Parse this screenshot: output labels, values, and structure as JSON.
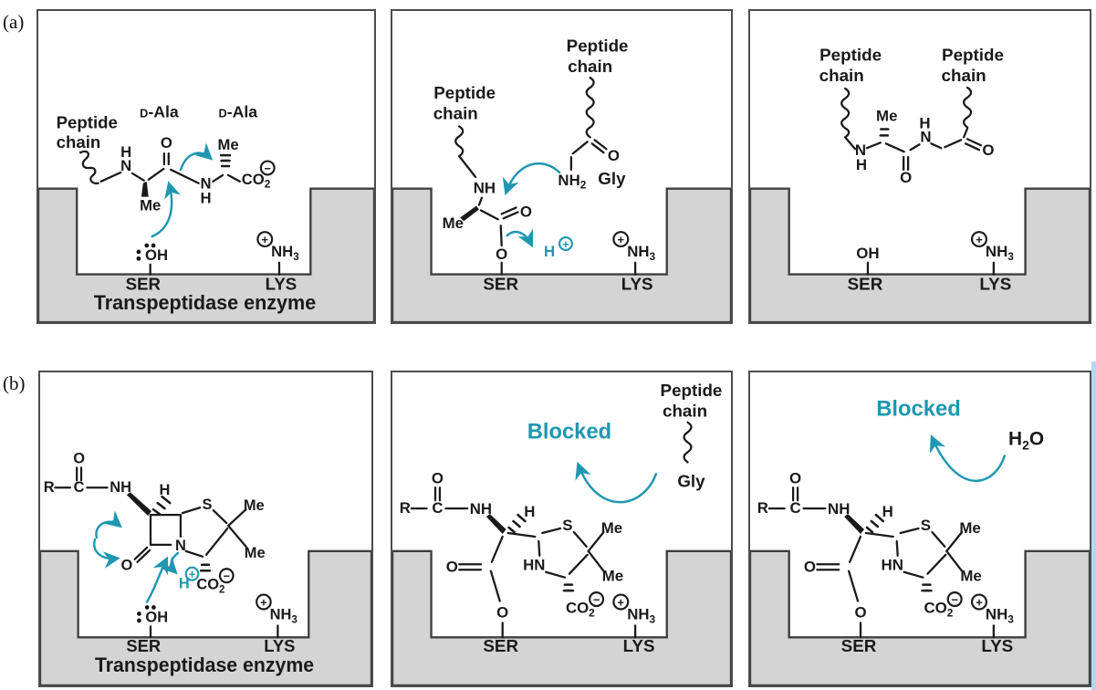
{
  "figure": {
    "row_a_label": "(a)",
    "row_b_label": "(b)"
  },
  "colors": {
    "teal": "#1F97B0",
    "ink": "#1A1A1A",
    "enzyme_fill": "#D4D4D4",
    "panel_border": "#4D4D4D",
    "edge_artifact_blue": "#B5D6F0"
  },
  "atoms": {
    "o": "O",
    "n": "N",
    "h": "H",
    "s": "S",
    "r": "R",
    "c": "C",
    "me": "Me",
    "nh": "NH",
    "hn": "HN",
    "oh": "OH",
    "co": "CO",
    "sub2": "2",
    "sub3": "3",
    "plus": "+",
    "minus": "−",
    "gly": "Gly",
    "d_small": "D",
    "ala_suffix": "-Ala",
    "peptide": "Peptide",
    "chain": "chain",
    "ser": "SER",
    "lys": "LYS"
  },
  "panels": {
    "a1": {
      "caption": "Transpeptidase enzyme"
    },
    "b1": {
      "caption": "Transpeptidase enzyme"
    },
    "b2": {
      "annotation": "Blocked"
    },
    "b3": {
      "annotation": "Blocked"
    }
  }
}
